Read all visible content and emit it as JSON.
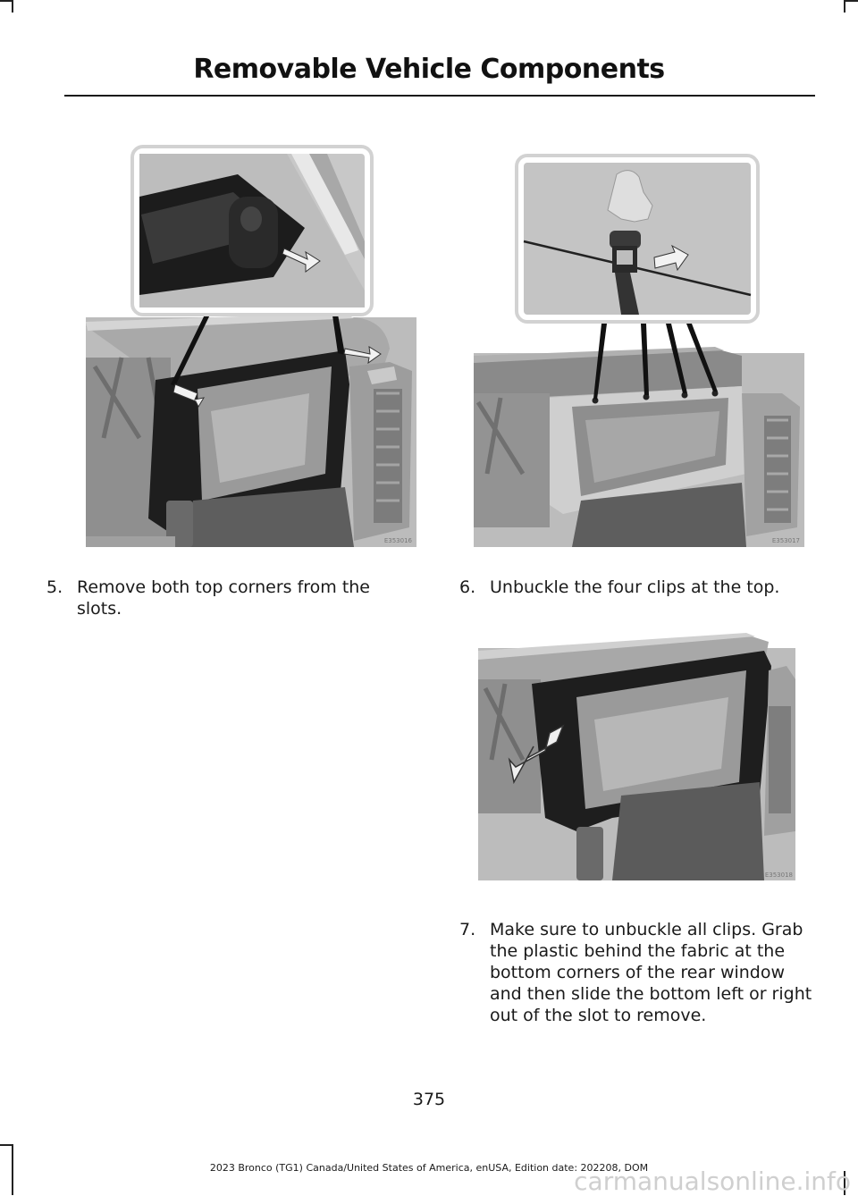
{
  "header": {
    "title": "Removable Vehicle Components"
  },
  "figures": {
    "fig1_label": "E353016",
    "fig2_label": "E353017",
    "fig3_label": "E353018"
  },
  "steps": [
    {
      "number": "5.",
      "text": "Remove both top corners from the slots."
    },
    {
      "number": "6.",
      "text": "Unbuckle the four clips at the top."
    },
    {
      "number": "7.",
      "text": "Make sure to unbuckle all clips. Grab the plastic behind the fabric at the bottom corners of the rear window and then slide the bottom left or right out of the slot to remove."
    }
  ],
  "page_number": "375",
  "footer": "2023 Bronco (TG1) Canada/United States of America, enUSA, Edition date: 202208, DOM",
  "watermark": "carmanualsonline.info"
}
